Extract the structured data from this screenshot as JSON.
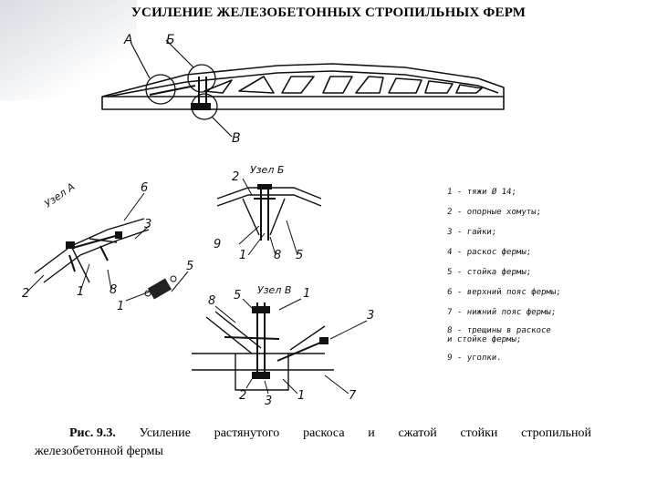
{
  "title": "УСИЛЕНИЕ ЖЕЛЕЗОБЕТОННЫХ СТРОПИЛЬНЫХ ФЕРМ",
  "truss_labels": {
    "a": "А",
    "b": "Б",
    "v": "В"
  },
  "node_a": {
    "title": "Узел А",
    "labels": [
      "6",
      "3",
      "2",
      "1",
      "8",
      "5",
      "1"
    ]
  },
  "node_b": {
    "title": "Узел Б",
    "labels": [
      "2",
      "9",
      "1",
      "8",
      "5"
    ]
  },
  "node_v": {
    "title": "Узел В",
    "labels": [
      "8",
      "5",
      "1",
      "3",
      "2",
      "3",
      "1",
      "7"
    ]
  },
  "legend": [
    "1 - тяжи Ø 14;",
    "2 - опорные хомуты;",
    "3 - гайки;",
    "4 - раскос фермы;",
    "5 - стойка фермы;",
    "6 - верхний пояс фермы;",
    "7 - нижний пояс фермы;",
    "8 - трещины в раскосе",
    "     и стойке фермы;",
    "9 - уголки."
  ],
  "caption": {
    "label": "Рис. 9.3.",
    "words": [
      "Усиление",
      "растянутого",
      "раскоса",
      "и",
      "сжатой",
      "стойки",
      "стропильной"
    ],
    "line2": "железобетонной фермы"
  }
}
